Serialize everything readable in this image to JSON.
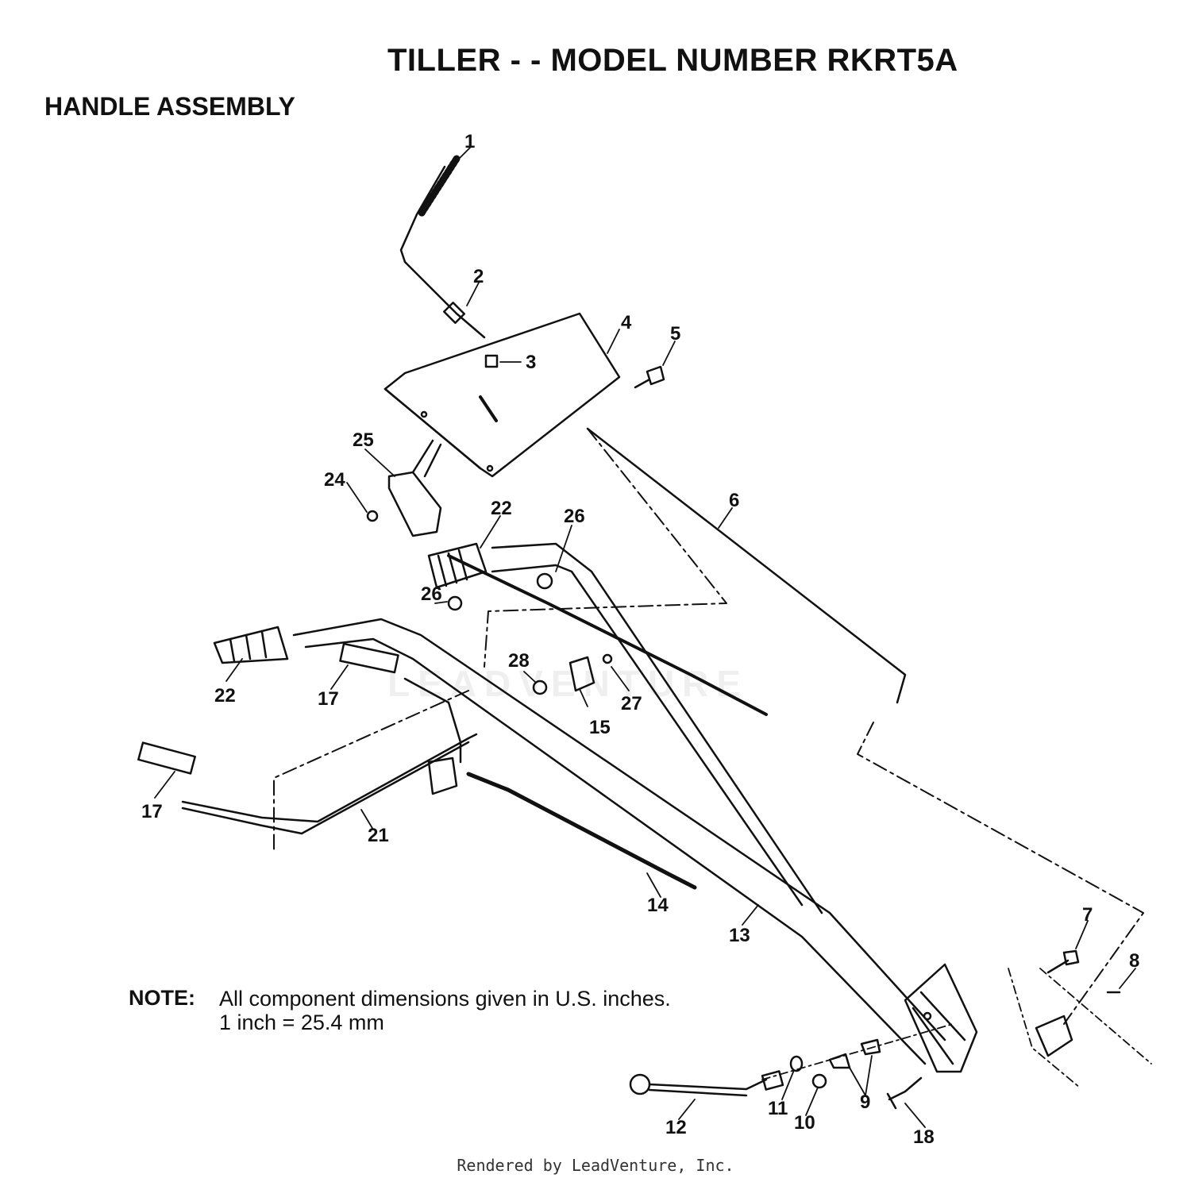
{
  "title": "TILLER - - MODEL NUMBER RKRT5A",
  "subtitle": "HANDLE ASSEMBLY",
  "note": {
    "label": "NOTE:",
    "line1": "All component dimensions given in U.S. inches.",
    "line2": "1 inch = 25.4 mm"
  },
  "watermark": "LEADVENTURE",
  "footer": "Rendered by LeadVenture, Inc.",
  "callouts": {
    "c1": "1",
    "c2": "2",
    "c3": "3",
    "c4": "4",
    "c5": "5",
    "c6": "6",
    "c7": "7",
    "c8": "8",
    "c9": "9",
    "c10": "10",
    "c11": "11",
    "c12": "12",
    "c13": "13",
    "c14": "14",
    "c15": "15",
    "c17a": "17",
    "c17b": "17",
    "c18": "18",
    "c21": "21",
    "c22a": "22",
    "c22b": "22",
    "c24": "24",
    "c25": "25",
    "c26a": "26",
    "c26b": "26",
    "c27": "27",
    "c28": "28"
  }
}
